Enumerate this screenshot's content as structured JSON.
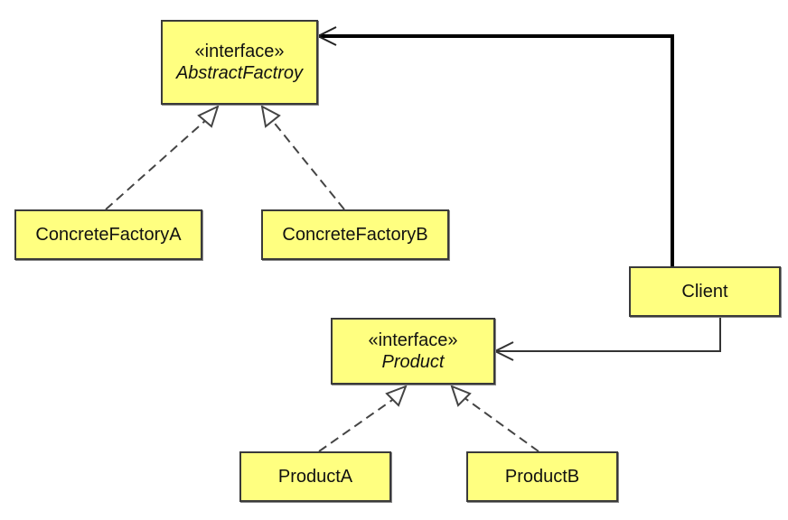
{
  "classes": {
    "abstract_factory": {
      "stereotype": "«interface»",
      "name": "AbstractFactroy"
    },
    "concrete_factory_a": {
      "name": "ConcreteFactoryA"
    },
    "concrete_factory_b": {
      "name": "ConcreteFactoryB"
    },
    "client": {
      "name": "Client"
    },
    "product": {
      "stereotype": "«interface»",
      "name": "Product"
    },
    "product_a": {
      "name": "ProductA"
    },
    "product_b": {
      "name": "ProductB"
    }
  },
  "relationships": [
    {
      "from": "ConcreteFactoryA",
      "to": "AbstractFactroy",
      "kind": "realization"
    },
    {
      "from": "ConcreteFactoryB",
      "to": "AbstractFactroy",
      "kind": "realization"
    },
    {
      "from": "Client",
      "to": "AbstractFactroy",
      "kind": "association"
    },
    {
      "from": "Client",
      "to": "Product",
      "kind": "association"
    },
    {
      "from": "ProductA",
      "to": "Product",
      "kind": "realization"
    },
    {
      "from": "ProductB",
      "to": "Product",
      "kind": "realization"
    }
  ],
  "colors": {
    "box_fill": "#ffff80",
    "box_border": "#3a3a3a",
    "line": "#333333"
  }
}
